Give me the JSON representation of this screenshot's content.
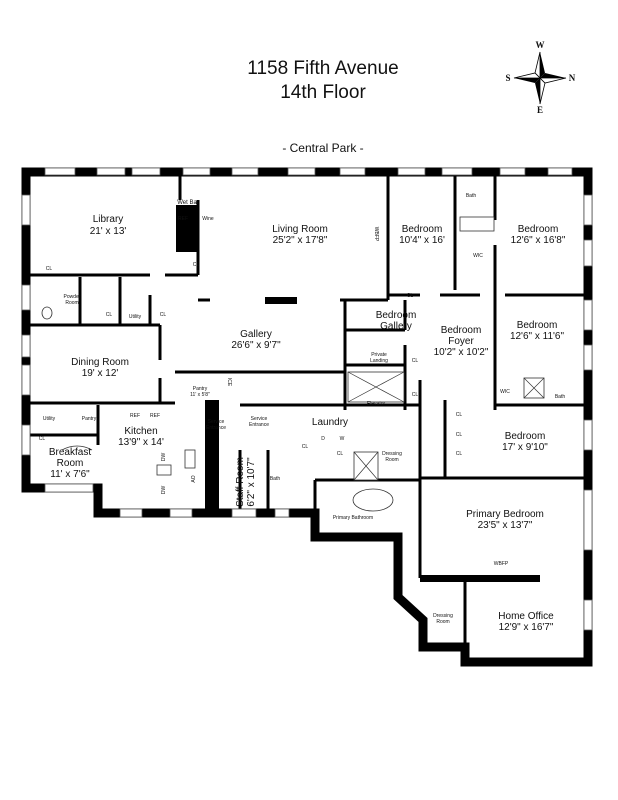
{
  "header": {
    "title": "1158 Fifth Avenue",
    "floor": "14th Floor",
    "view": "- Central Park -"
  },
  "compass": {
    "north": "N",
    "south": "S",
    "east": "E",
    "west": "W"
  },
  "rooms": {
    "library": {
      "name": "Library",
      "dims": "21' x 13'"
    },
    "living_room": {
      "name": "Living Room",
      "dims": "25'2\" x 17'8\""
    },
    "bedroom_1": {
      "name": "Bedroom",
      "dims": "10'4\" x 16'"
    },
    "bedroom_2": {
      "name": "Bedroom",
      "dims": "12'6\" x 16'8\""
    },
    "gallery": {
      "name": "Gallery",
      "dims": "26'6\" x 9'7\""
    },
    "bedroom_gallery": {
      "name1": "Bedroom",
      "name2": "Gallery"
    },
    "bedroom_foyer": {
      "name1": "Bedroom",
      "name2": "Foyer",
      "dims": "10'2\" x 10'2\""
    },
    "bedroom_3": {
      "name": "Bedroom",
      "dims": "12'6\" x 11'6\""
    },
    "dining_room": {
      "name": "Dining Room",
      "dims": "19' x 12'"
    },
    "bedroom_4": {
      "name": "Bedroom",
      "dims": "17' x 9'10\""
    },
    "breakfast_room": {
      "name1": "Breakfast",
      "name2": "Room",
      "dims": "11' x 7'6\""
    },
    "kitchen": {
      "name": "Kitchen",
      "dims": "13'9\" x 14'"
    },
    "laundry": {
      "name": "Laundry"
    },
    "staff_room": {
      "name": "Staff Room",
      "dims": "6'2\" x 10'7\""
    },
    "primary_bedroom": {
      "name": "Primary Bedroom",
      "dims": "23'5\" x 13'7\""
    },
    "home_office": {
      "name": "Home Office",
      "dims": "12'9\" x 16'7\""
    },
    "pantry_main": {
      "name": "Pantry",
      "dims": "11' x 5'8\""
    }
  },
  "fixtures": {
    "wet_bar": "Wet Bar",
    "ref": "REF",
    "wine": "Wine",
    "cl": "CL",
    "wbfp": "WBFP",
    "bath": "Bath",
    "wic": "WIC",
    "powder_room1": "Powder",
    "powder_room2": "Room",
    "utility": "Utility",
    "private_landing1": "Private",
    "private_landing2": "Landing",
    "elevator": "Elevator",
    "pantry": "Pantry",
    "ice": "ICE",
    "service_entrance1": "Service",
    "service_entrance2": "Entrance",
    "dw": "DW",
    "ao": "AO",
    "d": "D",
    "w": "W",
    "dressing_room1": "Dressing",
    "dressing_room2": "Room",
    "primary_bathroom": "Primary Bathroom"
  }
}
